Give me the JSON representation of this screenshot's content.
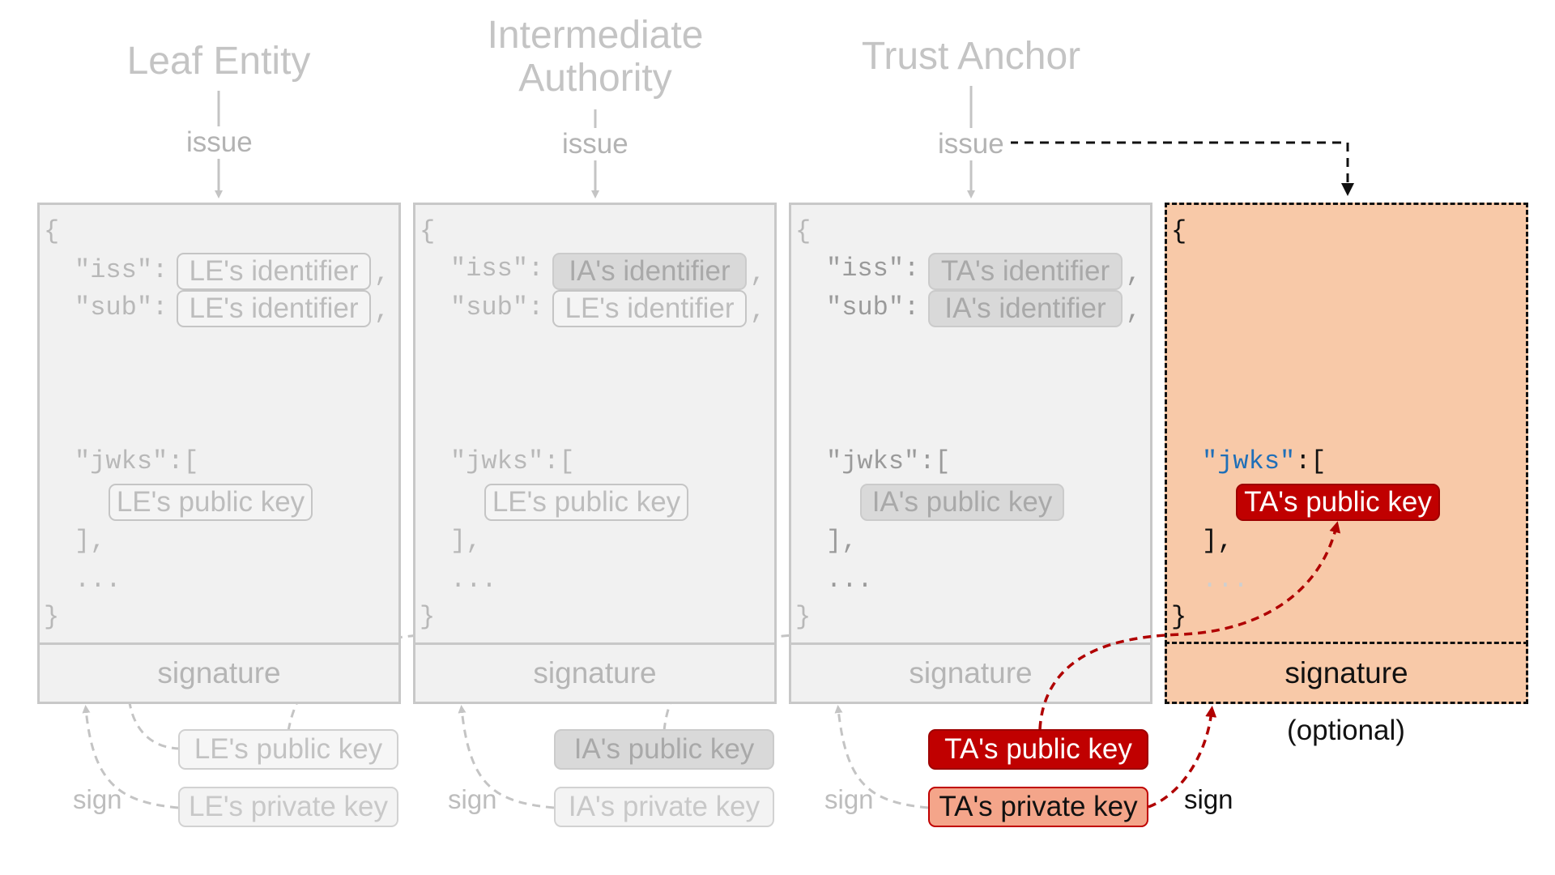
{
  "columns": [
    {
      "title_lines": [
        "Leaf Entity"
      ],
      "issue_label": "issue",
      "iss_key": "\"iss\":",
      "iss_value": "LE's identifier",
      "sub_key": "\"sub\":",
      "sub_value": "LE's identifier",
      "jwks_key": "\"jwks\":[",
      "jwks_value": "LE's public key",
      "close_bracket": "],",
      "ellipsis": "...",
      "open_brace": "{",
      "close_brace": "}",
      "comma": ",",
      "signature": "signature",
      "public_key": "LE's public key",
      "private_key": "LE's private key",
      "sign_label": "sign"
    },
    {
      "title_lines": [
        "Intermediate",
        "Authority"
      ],
      "issue_label": "issue",
      "iss_key": "\"iss\":",
      "iss_value": "IA's identifier",
      "sub_key": "\"sub\":",
      "sub_value": "LE's identifier",
      "jwks_key": "\"jwks\":[",
      "jwks_value": "LE's public key",
      "close_bracket": "],",
      "ellipsis": "...",
      "open_brace": "{",
      "close_brace": "}",
      "comma": ",",
      "signature": "signature",
      "public_key": "IA's public key",
      "private_key": "IA's private key",
      "sign_label": "sign"
    },
    {
      "title_lines": [
        "Trust Anchor"
      ],
      "issue_label": "issue",
      "iss_key": "\"iss\":",
      "iss_value": "TA's identifier",
      "sub_key": "\"sub\":",
      "sub_value": "IA's identifier",
      "jwks_key": "\"jwks\":[",
      "jwks_value": "IA's public key",
      "close_bracket": "],",
      "ellipsis": "...",
      "open_brace": "{",
      "close_brace": "}",
      "comma": ",",
      "signature": "signature",
      "public_key": "TA's public key",
      "private_key": "TA's private key",
      "sign_label": "sign"
    }
  ],
  "optional_statement": {
    "open_brace": "{",
    "jwks_key": "\"jwks\"",
    "jwks_colon": ":[",
    "jwks_value": "TA's public key",
    "close_bracket": "],",
    "ellipsis": "...",
    "close_brace": "}",
    "signature": "signature",
    "note": "(optional)",
    "sign_label": "sign"
  },
  "colors": {
    "grey_text": "#c4c4c4",
    "box_fill": "#f1f1f1",
    "highlight_red": "#c00000",
    "salmon": "#f4a58a",
    "optional_fill": "#f8c9a8",
    "json_key_blue": "#1f6fb8"
  }
}
